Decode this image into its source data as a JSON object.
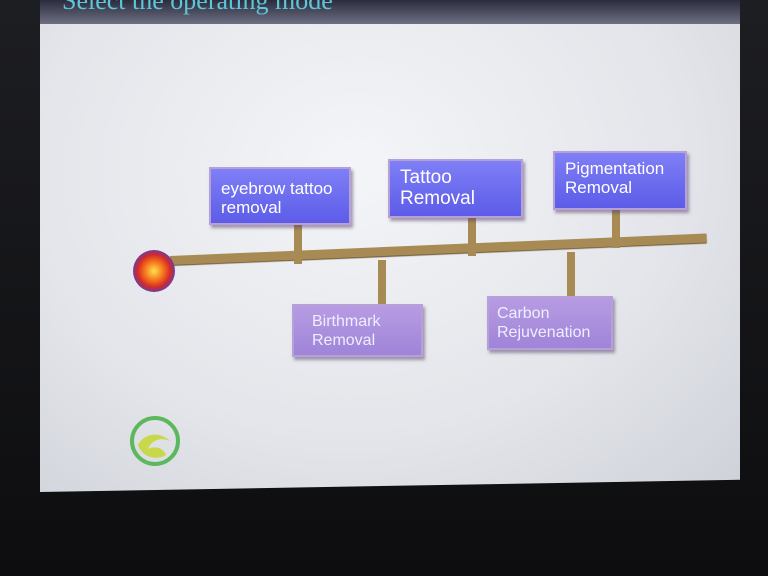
{
  "header": {
    "title": "Select the operating mode"
  },
  "modes": {
    "eyebrow": "eyebrow tattoo removal",
    "tattoo": "Tattoo Removal",
    "pigmentation": "Pigmentation Removal",
    "birthmark": "Birthmark Removal",
    "carbon": "Carbon Rejuvenation"
  },
  "icons": {
    "start": "timeline-start-dot",
    "logo": "brand-logo-icon"
  }
}
